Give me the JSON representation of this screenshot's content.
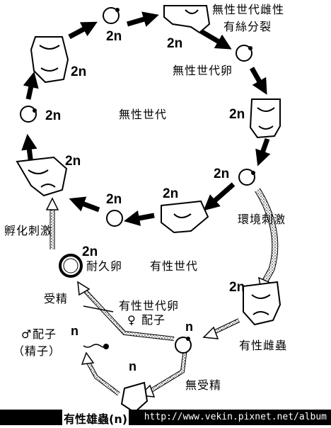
{
  "labels": {
    "asexual_female_fission": "無性世代雌性",
    "fission_line2": "有絲分裂",
    "asexual_egg": "無性世代卵",
    "asexual_generation": "無性世代",
    "environmental_stimulus": "環境刺激",
    "hatch_stimulus": "孵化刺激",
    "resting_egg": "耐久卵",
    "sexual_generation": "有性世代",
    "fertilization": "受精",
    "sexual_egg": "有性世代卵",
    "female_symbol": "♀",
    "gamete_female": "配子",
    "sexual_female": "有性雌蟲",
    "male_gamete_symbol": "♂",
    "male_gamete": "配子",
    "sperm": "（精子）",
    "unfertilized": "無受精",
    "sexual_male": "有性雄蟲(n)"
  },
  "ploidy": {
    "diploid": "2n",
    "haploid": "n"
  },
  "source_url": "http://www.vekin.pixnet.net/album"
}
